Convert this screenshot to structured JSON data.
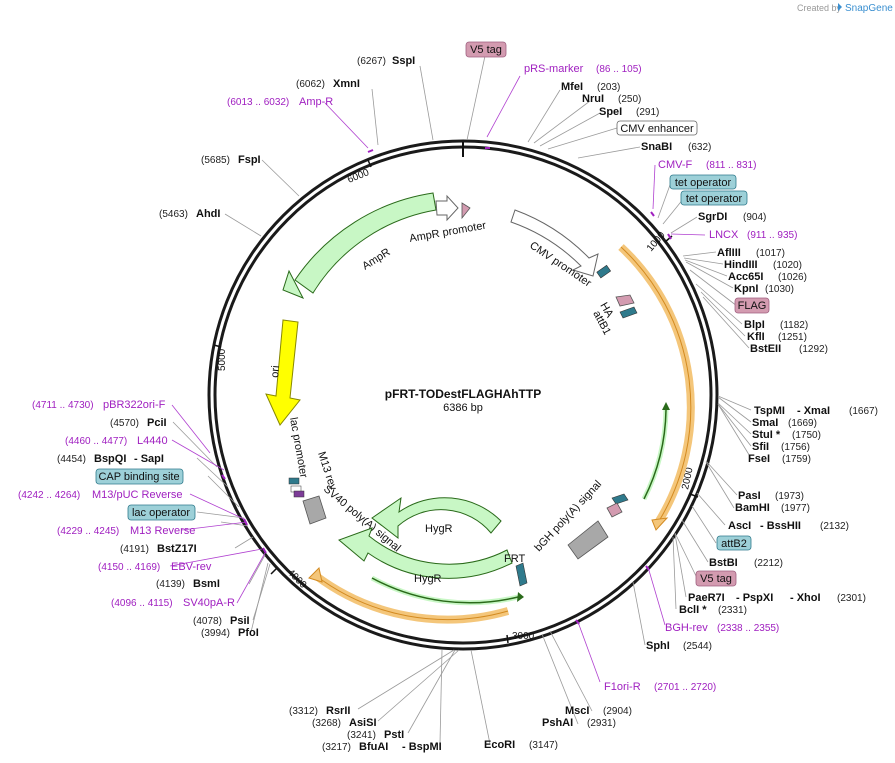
{
  "credit": {
    "text": "Created by",
    "brand": "SnapGene"
  },
  "title": "pFRT-TODestFLAGHAhTTP",
  "size": "6386 bp",
  "tick_labels": [
    "1000",
    "2000",
    "3000",
    "4000",
    "5000",
    "6000"
  ],
  "features": {
    "ampr_promoter": "AmpR promoter",
    "ampr": "AmpR",
    "cmv_promoter": "CMV promoter",
    "ori": "ori",
    "ha": "HA",
    "attb1": "attB1",
    "lac_promoter": "lac promoter",
    "m13_rev": "M13 rev",
    "sv40_polya": "SV40 poly(A) signal",
    "hygr_1": "HygR",
    "hygr_2": "HygR",
    "frt": "FRT",
    "bgh_polya": "bGH poly(A) signal"
  },
  "colors": {
    "backbone": "#1a1a1a",
    "resistance_fill": "#c8f7c5",
    "resistance_stroke": "#2a6a1a",
    "ori_fill": "#ffff00",
    "orange_band": "#f4c67a",
    "teal": "#2f7a8c",
    "pink": "#d39bb0",
    "primer": "#a020c0"
  },
  "labels": [
    {
      "id": "sspi",
      "pos": "(6267)",
      "name": "SspI",
      "kind": "enzyme"
    },
    {
      "id": "v5tag_top",
      "name": "V5 tag",
      "kind": "box",
      "style": "pink"
    },
    {
      "id": "prs",
      "name": "pRS-marker",
      "range": "(86 .. 105)",
      "kind": "primer"
    },
    {
      "id": "xmni",
      "pos": "(6062)",
      "name": "XmnI",
      "kind": "enzyme"
    },
    {
      "id": "mfei",
      "name": "MfeI",
      "pos": "(203)",
      "kind": "enzyme"
    },
    {
      "id": "ampr_primer",
      "range": "(6013 .. 6032)",
      "name": "Amp-R",
      "kind": "primer"
    },
    {
      "id": "nrui",
      "name": "NruI",
      "pos": "(250)",
      "kind": "enzyme"
    },
    {
      "id": "spei",
      "name": "SpeI",
      "pos": "(291)",
      "kind": "enzyme"
    },
    {
      "id": "cmv_enh",
      "name": "CMV enhancer",
      "kind": "box",
      "style": "white"
    },
    {
      "id": "snabi",
      "name": "SnaBI",
      "pos": "(632)",
      "kind": "enzyme"
    },
    {
      "id": "fspi",
      "pos": "(5685)",
      "name": "FspI",
      "kind": "enzyme"
    },
    {
      "id": "cmvf",
      "name": "CMV-F",
      "range": "(811 .. 831)",
      "kind": "primer"
    },
    {
      "id": "tetop1",
      "name": "tet operator",
      "kind": "box",
      "style": "teal"
    },
    {
      "id": "tetop2",
      "name": "tet operator",
      "kind": "box",
      "style": "teal"
    },
    {
      "id": "ahdi",
      "pos": "(5463)",
      "name": "AhdI",
      "kind": "enzyme"
    },
    {
      "id": "sgrdi",
      "name": "SgrDI",
      "pos": "(904)",
      "kind": "enzyme"
    },
    {
      "id": "lncx",
      "name": "LNCX",
      "range": "(911 .. 935)",
      "kind": "primer"
    },
    {
      "id": "afliii",
      "name": "AflIII",
      "pos": "(1017)",
      "kind": "enzyme"
    },
    {
      "id": "hindiii",
      "name": "HindIII",
      "pos": "(1020)",
      "kind": "enzyme"
    },
    {
      "id": "acc65i",
      "name": "Acc65I",
      "pos": "(1026)",
      "kind": "enzyme"
    },
    {
      "id": "kpni",
      "name": "KpnI",
      "pos": "(1030)",
      "kind": "enzyme"
    },
    {
      "id": "flag",
      "name": "FLAG",
      "kind": "box",
      "style": "pink"
    },
    {
      "id": "blpi",
      "name": "BlpI",
      "pos": "(1182)",
      "kind": "enzyme"
    },
    {
      "id": "kfli",
      "name": "KflI",
      "pos": "(1251)",
      "kind": "enzyme"
    },
    {
      "id": "bsteii",
      "name": "BstEII",
      "pos": "(1292)",
      "kind": "enzyme"
    },
    {
      "id": "pbr322",
      "range": "(4711 .. 4730)",
      "name": "pBR322ori-F",
      "kind": "primer"
    },
    {
      "id": "tspmi",
      "name": "TspMI",
      "name2": "- XmaI",
      "pos": "(1667)",
      "kind": "enzyme"
    },
    {
      "id": "pcii",
      "pos": "(4570)",
      "name": "PciI",
      "kind": "enzyme"
    },
    {
      "id": "smai",
      "name": "SmaI",
      "pos": "(1669)",
      "kind": "enzyme"
    },
    {
      "id": "stui",
      "name": "StuI *",
      "pos": "(1750)",
      "kind": "enzyme"
    },
    {
      "id": "l4440",
      "range": "(4460 .. 4477)",
      "name": "L4440",
      "kind": "primer"
    },
    {
      "id": "sfii",
      "name": "SfiI",
      "pos": "(1756)",
      "kind": "enzyme"
    },
    {
      "id": "bspqi",
      "pos": "(4454)",
      "name": "BspQI",
      "name2": "- SapI",
      "kind": "enzyme"
    },
    {
      "id": "fsei",
      "name": "FseI",
      "pos": "(1759)",
      "kind": "enzyme"
    },
    {
      "id": "cap",
      "name": "CAP binding site",
      "kind": "box",
      "style": "teal"
    },
    {
      "id": "pasi",
      "name": "PasI",
      "pos": "(1973)",
      "kind": "enzyme"
    },
    {
      "id": "m13puc",
      "range": "(4242 .. 4264)",
      "name": "M13/pUC Reverse",
      "kind": "primer"
    },
    {
      "id": "bamhi",
      "name": "BamHI",
      "pos": "(1977)",
      "kind": "enzyme"
    },
    {
      "id": "lacop",
      "name": "lac operator",
      "kind": "box",
      "style": "teal"
    },
    {
      "id": "asci",
      "name": "AscI",
      "name2": "- BssHII",
      "pos": "(2132)",
      "kind": "enzyme"
    },
    {
      "id": "m13rev_p",
      "range": "(4229 .. 4245)",
      "name": "M13 Reverse",
      "kind": "primer"
    },
    {
      "id": "attb2",
      "name": "attB2",
      "kind": "box",
      "style": "teal"
    },
    {
      "id": "bstz17i",
      "pos": "(4191)",
      "name": "BstZ17I",
      "kind": "enzyme"
    },
    {
      "id": "bstbi",
      "name": "BstBI",
      "pos": "(2212)",
      "kind": "enzyme"
    },
    {
      "id": "ebv",
      "range": "(4150 .. 4169)",
      "name": "EBV-rev",
      "kind": "primer"
    },
    {
      "id": "v5tag_b",
      "name": "V5 tag",
      "kind": "box",
      "style": "pink"
    },
    {
      "id": "bsmi",
      "pos": "(4139)",
      "name": "BsmI",
      "kind": "enzyme"
    },
    {
      "id": "paer7i",
      "name": "PaeR7I",
      "name2": "- PspXI",
      "name3": "- XhoI",
      "pos": "(2301)",
      "kind": "enzyme"
    },
    {
      "id": "sv40pa",
      "range": "(4096 .. 4115)",
      "name": "SV40pA-R",
      "kind": "primer"
    },
    {
      "id": "bcli",
      "name": "BclI *",
      "pos": "(2331)",
      "kind": "enzyme"
    },
    {
      "id": "psii",
      "pos": "(4078)",
      "name": "PsiI",
      "kind": "enzyme"
    },
    {
      "id": "bghrev",
      "name": "BGH-rev",
      "range": "(2338 .. 2355)",
      "kind": "primer"
    },
    {
      "id": "pfoi",
      "pos": "(3994)",
      "name": "PfoI",
      "kind": "enzyme"
    },
    {
      "id": "sphi",
      "name": "SphI",
      "pos": "(2544)",
      "kind": "enzyme"
    },
    {
      "id": "f1ori",
      "name": "F1ori-R",
      "range": "(2701 .. 2720)",
      "kind": "primer"
    },
    {
      "id": "msci",
      "name": "MscI",
      "pos": "(2904)",
      "kind": "enzyme"
    },
    {
      "id": "rsrii",
      "pos": "(3312)",
      "name": "RsrII",
      "kind": "enzyme"
    },
    {
      "id": "pshai",
      "name": "PshAI",
      "pos": "(2931)",
      "kind": "enzyme"
    },
    {
      "id": "asisi",
      "pos": "(3268)",
      "name": "AsiSI",
      "kind": "enzyme"
    },
    {
      "id": "psti",
      "pos": "(3241)",
      "name": "PstI",
      "kind": "enzyme"
    },
    {
      "id": "ecori",
      "name": "EcoRI",
      "pos": "(3147)",
      "kind": "enzyme"
    },
    {
      "id": "bfuai",
      "pos": "(3217)",
      "name": "BfuAI",
      "name2": "- BspMI",
      "kind": "enzyme"
    }
  ]
}
